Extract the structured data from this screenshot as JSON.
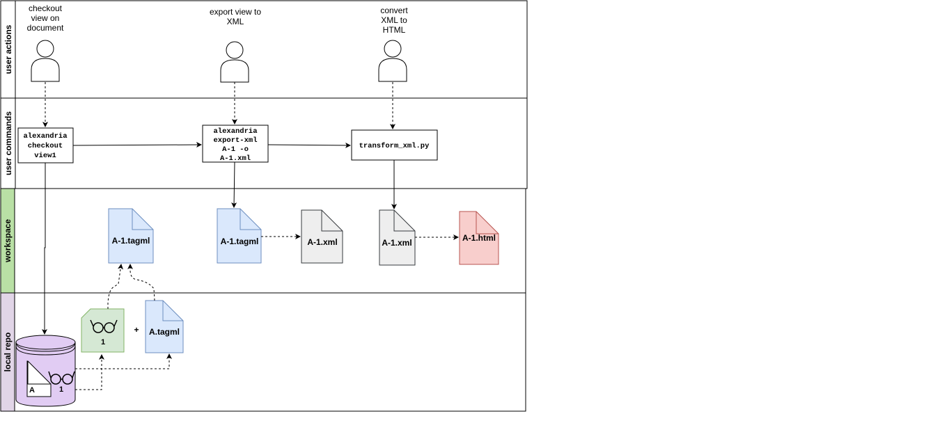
{
  "lanes": {
    "user_actions": "user actions",
    "user_commands": "user commands",
    "workspace": "workspace",
    "local_repo": "local repo"
  },
  "colors": {
    "workspace_lane": "#b9e0a5",
    "local_repo_lane": "#e1d5e7",
    "tagml_fill": "#dae8fc",
    "tagml_stroke": "#6c8ebf",
    "xml_fill": "#eeeeee",
    "html_fill": "#f8cecc",
    "html_stroke": "#b85450",
    "view_fill": "#d5e8d4",
    "view_stroke": "#82b366",
    "repo_fill": "#e1ccf3"
  },
  "actions": {
    "checkout": [
      "checkout",
      "view on",
      "document"
    ],
    "export": [
      "export view to",
      "XML"
    ],
    "convert": [
      "convert",
      "XML to",
      "HTML"
    ]
  },
  "commands": {
    "checkout": [
      "alexandria",
      "checkout",
      "view1"
    ],
    "export": [
      "alexandria",
      "export-xml",
      "A-1 -o",
      "A-1.xml"
    ],
    "transform": "transform_xml.py"
  },
  "workspace": {
    "tagml_top": "A-1.tagml",
    "tagml_export": "A-1.tagml",
    "xml_export": "A-1.xml",
    "xml_transform": "A-1.xml",
    "html_output": "A-1.html"
  },
  "repo": {
    "view_number": "1",
    "plus": "+",
    "document": "A.tagml",
    "db_document": "A",
    "db_view": "1"
  }
}
